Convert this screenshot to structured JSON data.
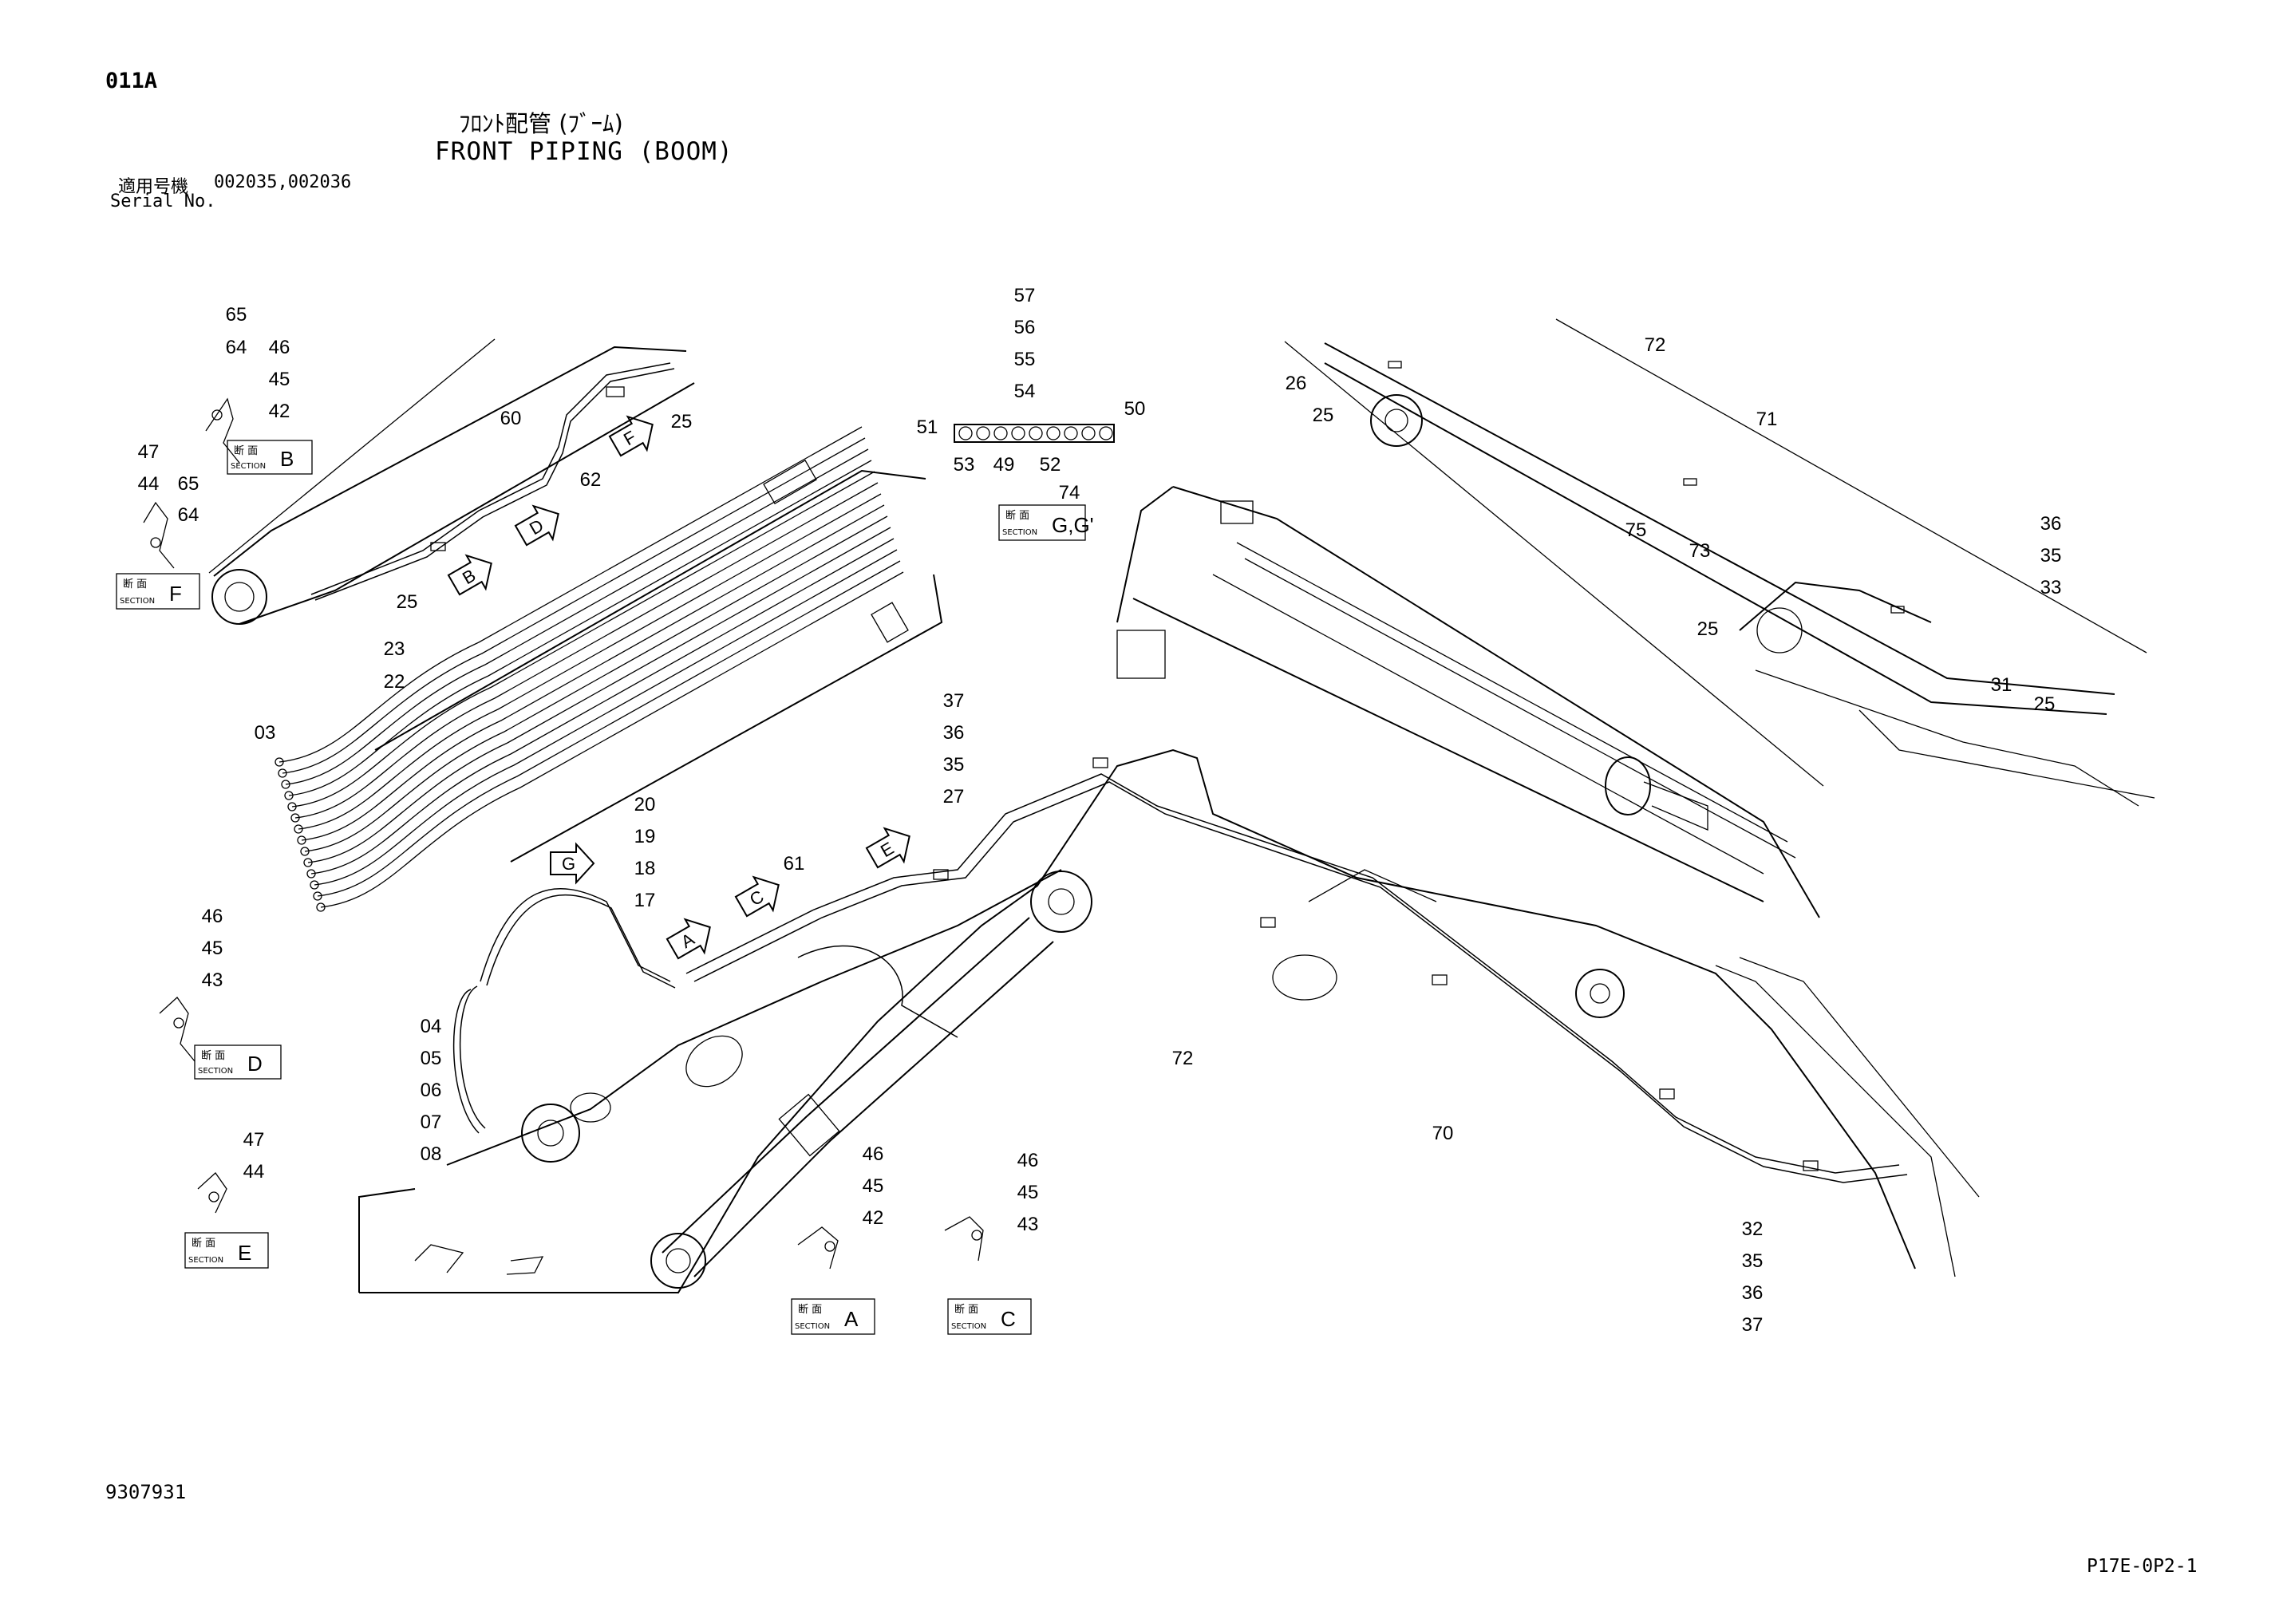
{
  "header": {
    "page_number": "011A",
    "title_jp": "ﾌﾛﾝﾄ配管 (ﾌﾞｰﾑ)",
    "title_en": "FRONT PIPING (BOOM)",
    "serial_label_jp": "適用号機",
    "serial_values": "002035,002036",
    "serial_label_en": "Serial No."
  },
  "footer": {
    "drawing_number": "9307931",
    "sheet_code": "P17E-0P2-1"
  },
  "sections": [
    {
      "jp": "断 面",
      "en": "SECTION",
      "letter": "B"
    },
    {
      "jp": "断 面",
      "en": "SECTION",
      "letter": "F"
    },
    {
      "jp": "断 面",
      "en": "SECTION",
      "letter": "G,G'"
    },
    {
      "jp": "断 面",
      "en": "SECTION",
      "letter": "D"
    },
    {
      "jp": "断 面",
      "en": "SECTION",
      "letter": "E"
    },
    {
      "jp": "断 面",
      "en": "SECTION",
      "letter": "A"
    },
    {
      "jp": "断 面",
      "en": "SECTION",
      "letter": "C"
    }
  ],
  "section_arrows": [
    "F",
    "D",
    "B",
    "G",
    "A",
    "C",
    "E"
  ],
  "callouts": [
    "65",
    "64",
    "46",
    "45",
    "42",
    "47",
    "44",
    "65",
    "64",
    "60",
    "25",
    "62",
    "25",
    "57",
    "56",
    "55",
    "54",
    "51",
    "53",
    "49",
    "52",
    "50",
    "72",
    "26",
    "25",
    "71",
    "74",
    "75",
    "73",
    "36",
    "35",
    "33",
    "25",
    "31",
    "25",
    "23",
    "22",
    "03",
    "37",
    "36",
    "35",
    "27",
    "20",
    "19",
    "18",
    "17",
    "61",
    "46",
    "45",
    "43",
    "04",
    "05",
    "06",
    "07",
    "08",
    "47",
    "44",
    "46",
    "45",
    "42",
    "46",
    "45",
    "43",
    "72",
    "70",
    "32",
    "35",
    "36",
    "37"
  ]
}
